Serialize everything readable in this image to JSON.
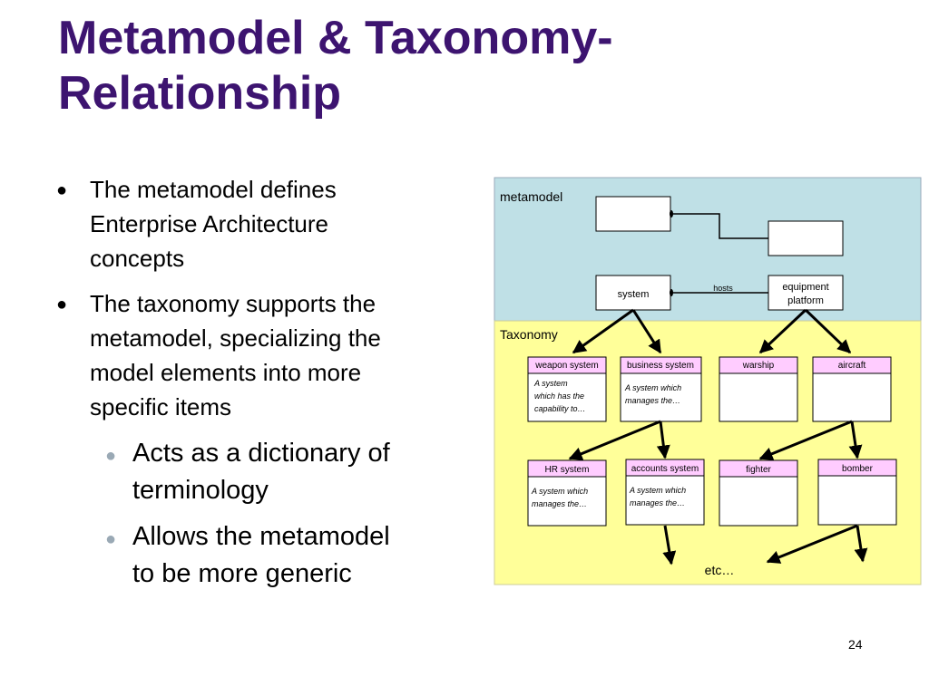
{
  "title_line1": "Metamodel & Taxonomy-",
  "title_line2": "Relationship",
  "bullets": [
    {
      "lines": [
        "The metamodel defines",
        "Enterprise Architecture",
        "concepts"
      ]
    },
    {
      "lines": [
        "The taxonomy supports the",
        "metamodel, specializing the",
        "model elements into more",
        "specific items"
      ]
    }
  ],
  "sub_bullets": [
    {
      "lines": [
        "Acts as a dictionary of",
        "terminology"
      ]
    },
    {
      "lines": [
        "Allows the metamodel",
        "to be more generic"
      ]
    }
  ],
  "diagram": {
    "metamodel_label": "metamodel",
    "taxonomy_label": "Taxonomy",
    "system_label": "system",
    "hosts_label": "hosts",
    "equipment_label_1": "equipment",
    "equipment_label_2": "platform",
    "boxes": {
      "weapon": {
        "title": "weapon system",
        "desc": [
          "A system",
          "which has the",
          "capability to…"
        ]
      },
      "business": {
        "title": "business system",
        "desc": [
          "A system which",
          "manages the…"
        ]
      },
      "warship": {
        "title": "warship"
      },
      "aircraft": {
        "title": "aircraft"
      },
      "hr": {
        "title": "HR system",
        "desc": [
          "A system which",
          "manages the…"
        ]
      },
      "accounts": {
        "title": "accounts system",
        "desc": [
          "A system which",
          "manages the…"
        ]
      },
      "fighter": {
        "title": "fighter"
      },
      "bomber": {
        "title": "bomber"
      }
    },
    "etc_label": "etc…"
  },
  "page_number": "24",
  "colors": {
    "title": "#3d1470",
    "metamodel_bg": "#bfe0e6",
    "taxonomy_bg": "#ffff99",
    "box_header": "#ffccff",
    "line": "#000000"
  }
}
